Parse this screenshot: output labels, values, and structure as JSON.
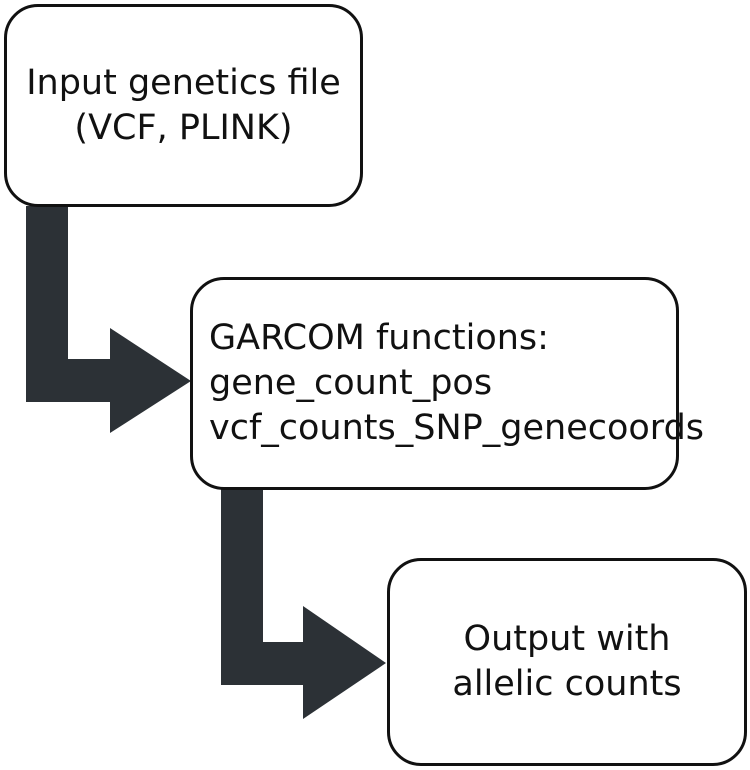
{
  "theme": {
    "background": "#ffffff",
    "node_fill": "#ffffff",
    "node_border": "#111111",
    "text_color": "#111111",
    "arrow_fill": "#2c3136"
  },
  "diagram": {
    "nodes": [
      {
        "id": "input-genetics-file",
        "lines": [
          "Input genetics file",
          "(VCF, PLINK)"
        ]
      },
      {
        "id": "garcom-functions",
        "lines": [
          "GARCOM functions:",
          "gene_count_pos",
          "vcf_counts_SNP_genecoords"
        ]
      },
      {
        "id": "output-allelic-counts",
        "lines": [
          "Output with",
          "allelic counts"
        ]
      }
    ],
    "edges": [
      {
        "from": "input-genetics-file",
        "to": "garcom-functions"
      },
      {
        "from": "garcom-functions",
        "to": "output-allelic-counts"
      }
    ]
  }
}
